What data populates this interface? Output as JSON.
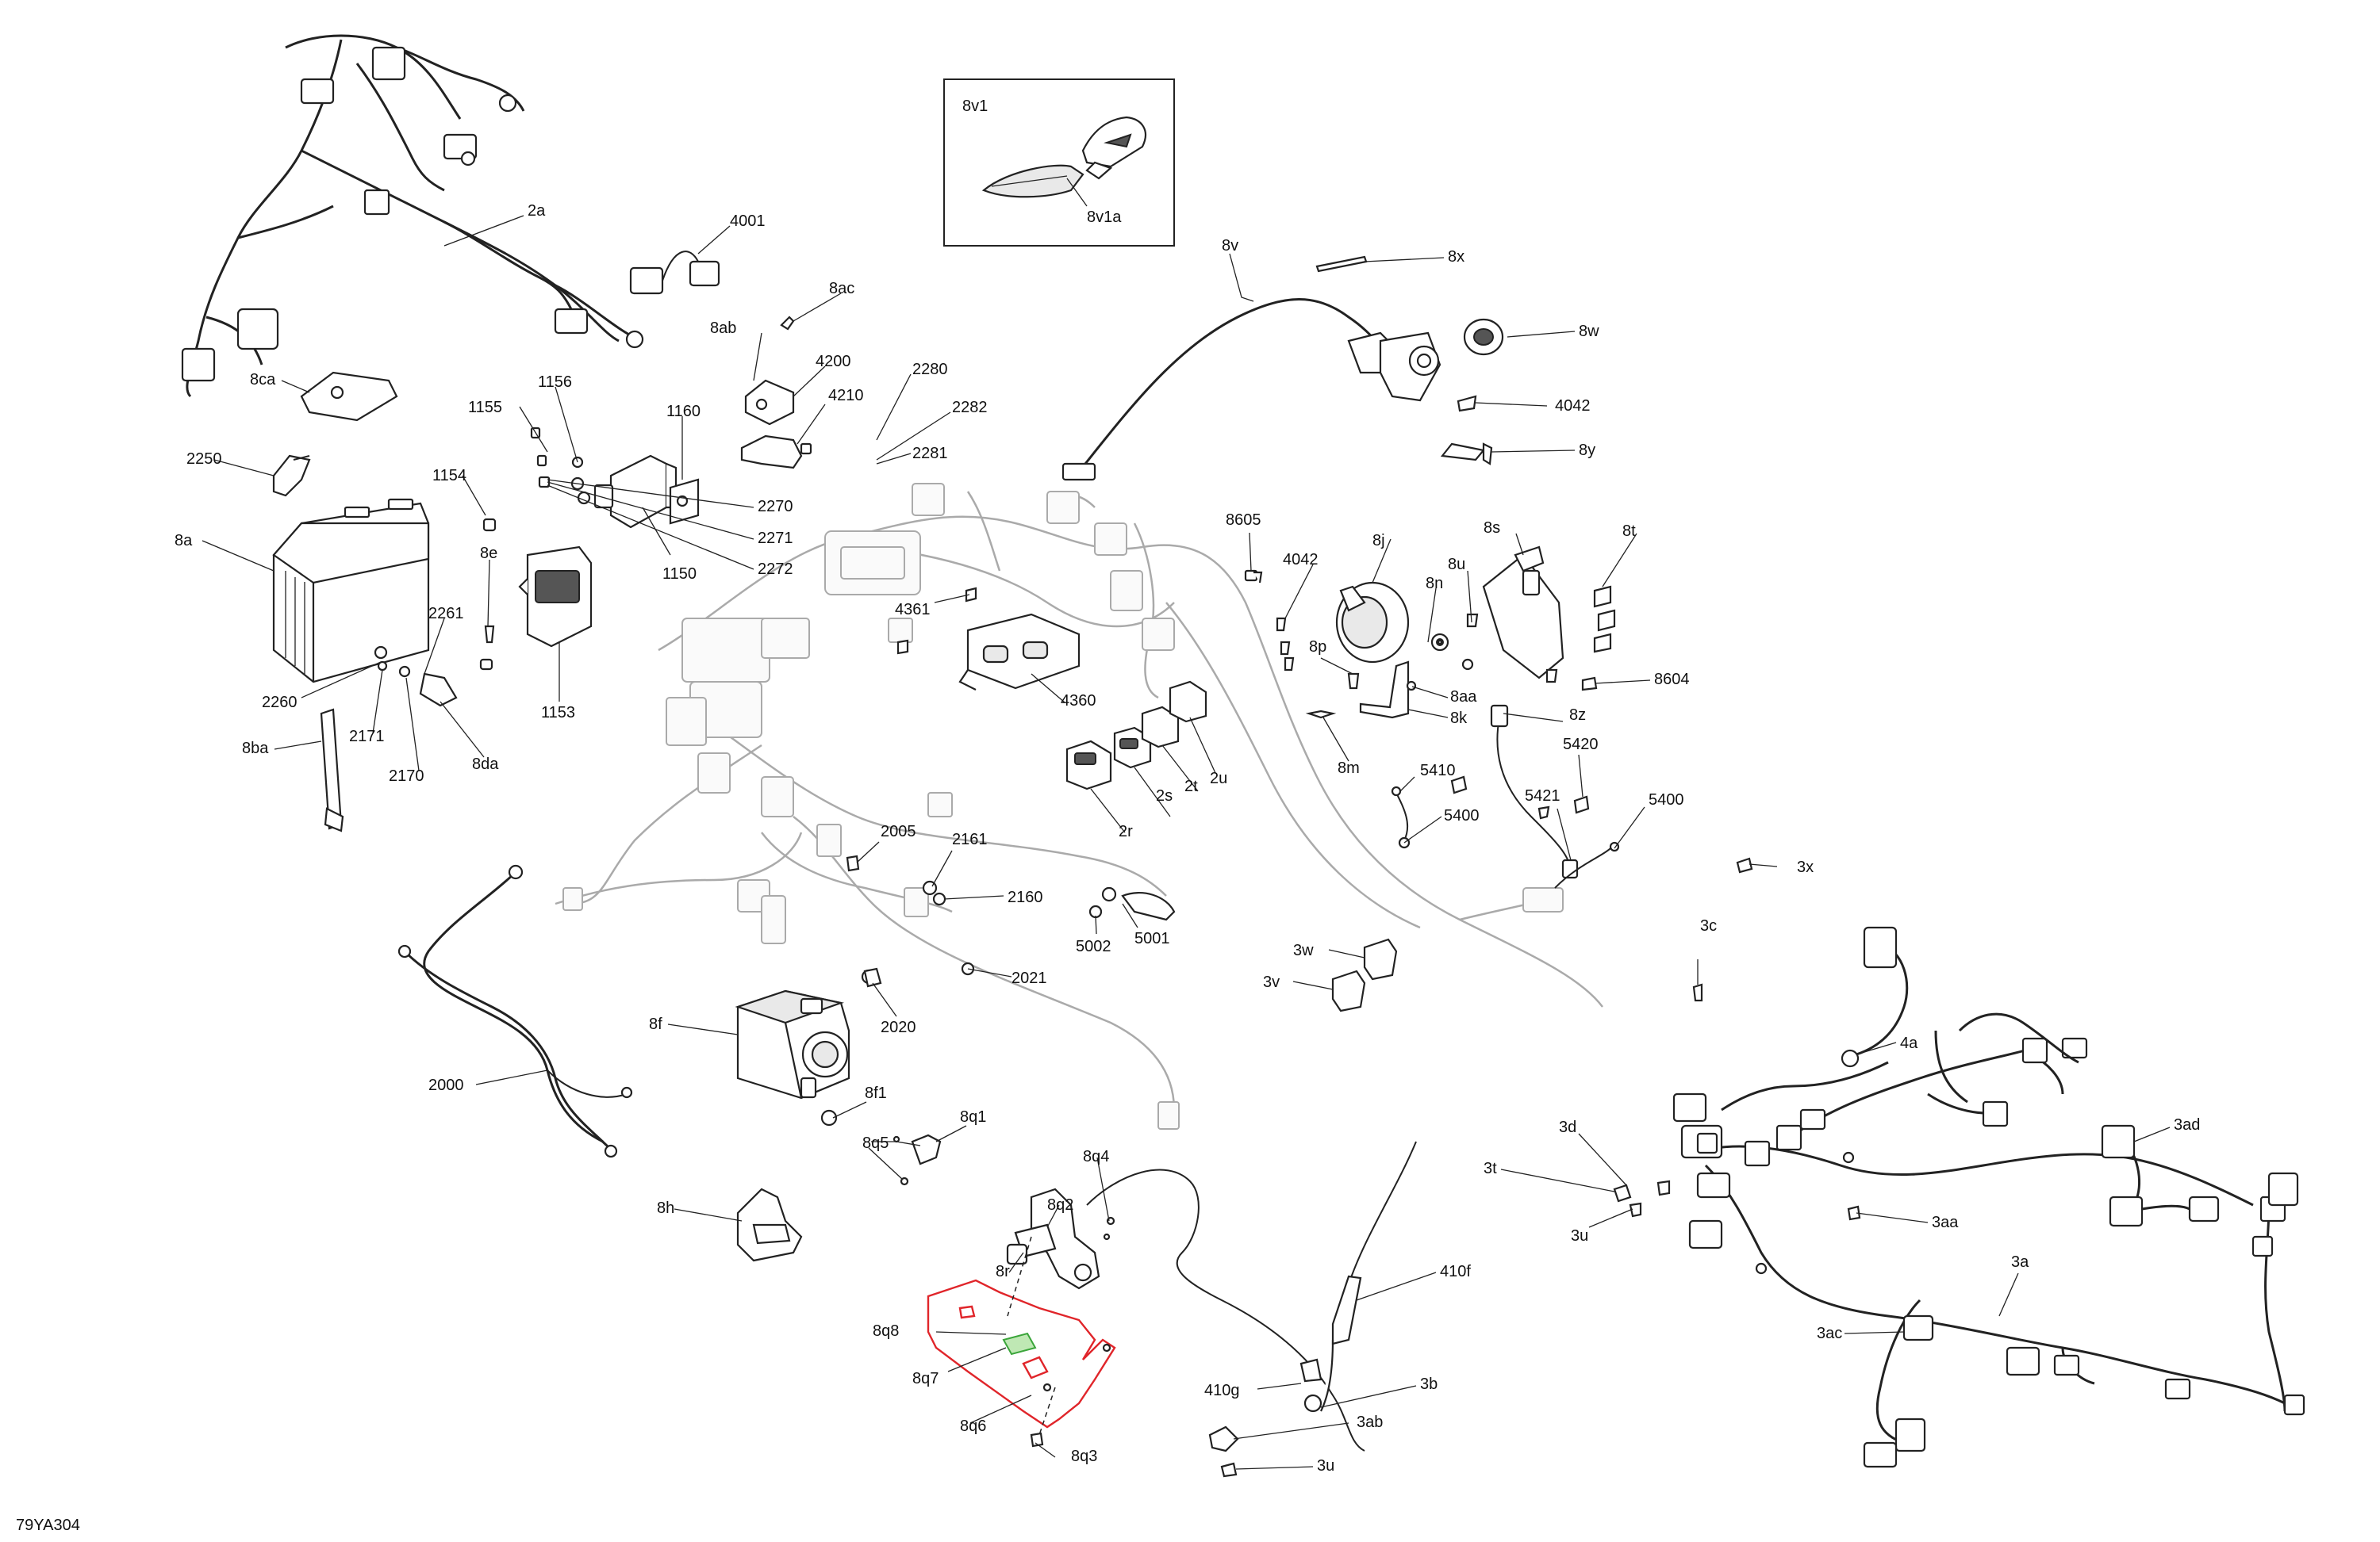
{
  "diagram_ref": "79YA304",
  "highlight_colors": {
    "selected": "#e0252a",
    "secondary": "#3aa53a"
  },
  "labels": {
    "p2a": "2a",
    "p4001": "4001",
    "p8ac": "8ac",
    "p8ab": "8ab",
    "p4200": "4200",
    "p4210": "4210",
    "p2280": "2280",
    "p2282": "2282",
    "p2281": "2281",
    "p8ca": "8ca",
    "p1156": "1156",
    "p1155": "1155",
    "p1160": "1160",
    "p2250": "2250",
    "p1154": "1154",
    "p2270": "2270",
    "p2271": "2271",
    "p2272": "2272",
    "p1150": "1150",
    "p8a": "8a",
    "p8e": "8e",
    "p2261": "2261",
    "p1153": "1153",
    "p2260": "2260",
    "p2171": "2171",
    "p2170": "2170",
    "p8da": "8da",
    "p8ba": "8ba",
    "p8v1": "8v1",
    "p8v1a": "8v1a",
    "p8v": "8v",
    "p8x": "8x",
    "p8w": "8w",
    "p4042a": "4042",
    "p8y": "8y",
    "p8605": "8605",
    "p8j": "8j",
    "p8s": "8s",
    "p8t": "8t",
    "p4042b": "4042",
    "p8n": "8n",
    "p8u": "8u",
    "p4361": "4361",
    "p8p": "8p",
    "p8aa": "8aa",
    "p8604": "8604",
    "p8k": "8k",
    "p8z": "8z",
    "p4360": "4360",
    "p8m": "8m",
    "p5410": "5410",
    "p5420": "5420",
    "p2u": "2u",
    "p2t": "2t",
    "p2s": "2s",
    "p2r": "2r",
    "p5421": "5421",
    "p5400a": "5400",
    "p5400b": "5400",
    "p2005": "2005",
    "p2161": "2161",
    "p2160": "2160",
    "p5002": "5002",
    "p5001": "5001",
    "p3x": "3x",
    "p3c": "3c",
    "p3w": "3w",
    "p3v": "3v",
    "p2021": "2021",
    "p2020": "2020",
    "p8f": "8f",
    "p4a": "4a",
    "p2000": "2000",
    "p8f1": "8f1",
    "p8q1": "8q1",
    "p8q5": "8q5",
    "p8q4": "8q4",
    "p8q2": "8q2",
    "p3ad": "3ad",
    "p3d": "3d",
    "p3t": "3t",
    "p3u1": "3u",
    "p3aa": "3aa",
    "p8h": "8h",
    "p8r": "8r",
    "p410f": "410f",
    "p3a": "3a",
    "p8q8": "8q8",
    "p8q7": "8q7",
    "p3ac": "3ac",
    "p410g": "410g",
    "p3b": "3b",
    "p8q6": "8q6",
    "p3ab": "3ab",
    "p8q3": "8q3",
    "p3u2": "3u"
  }
}
